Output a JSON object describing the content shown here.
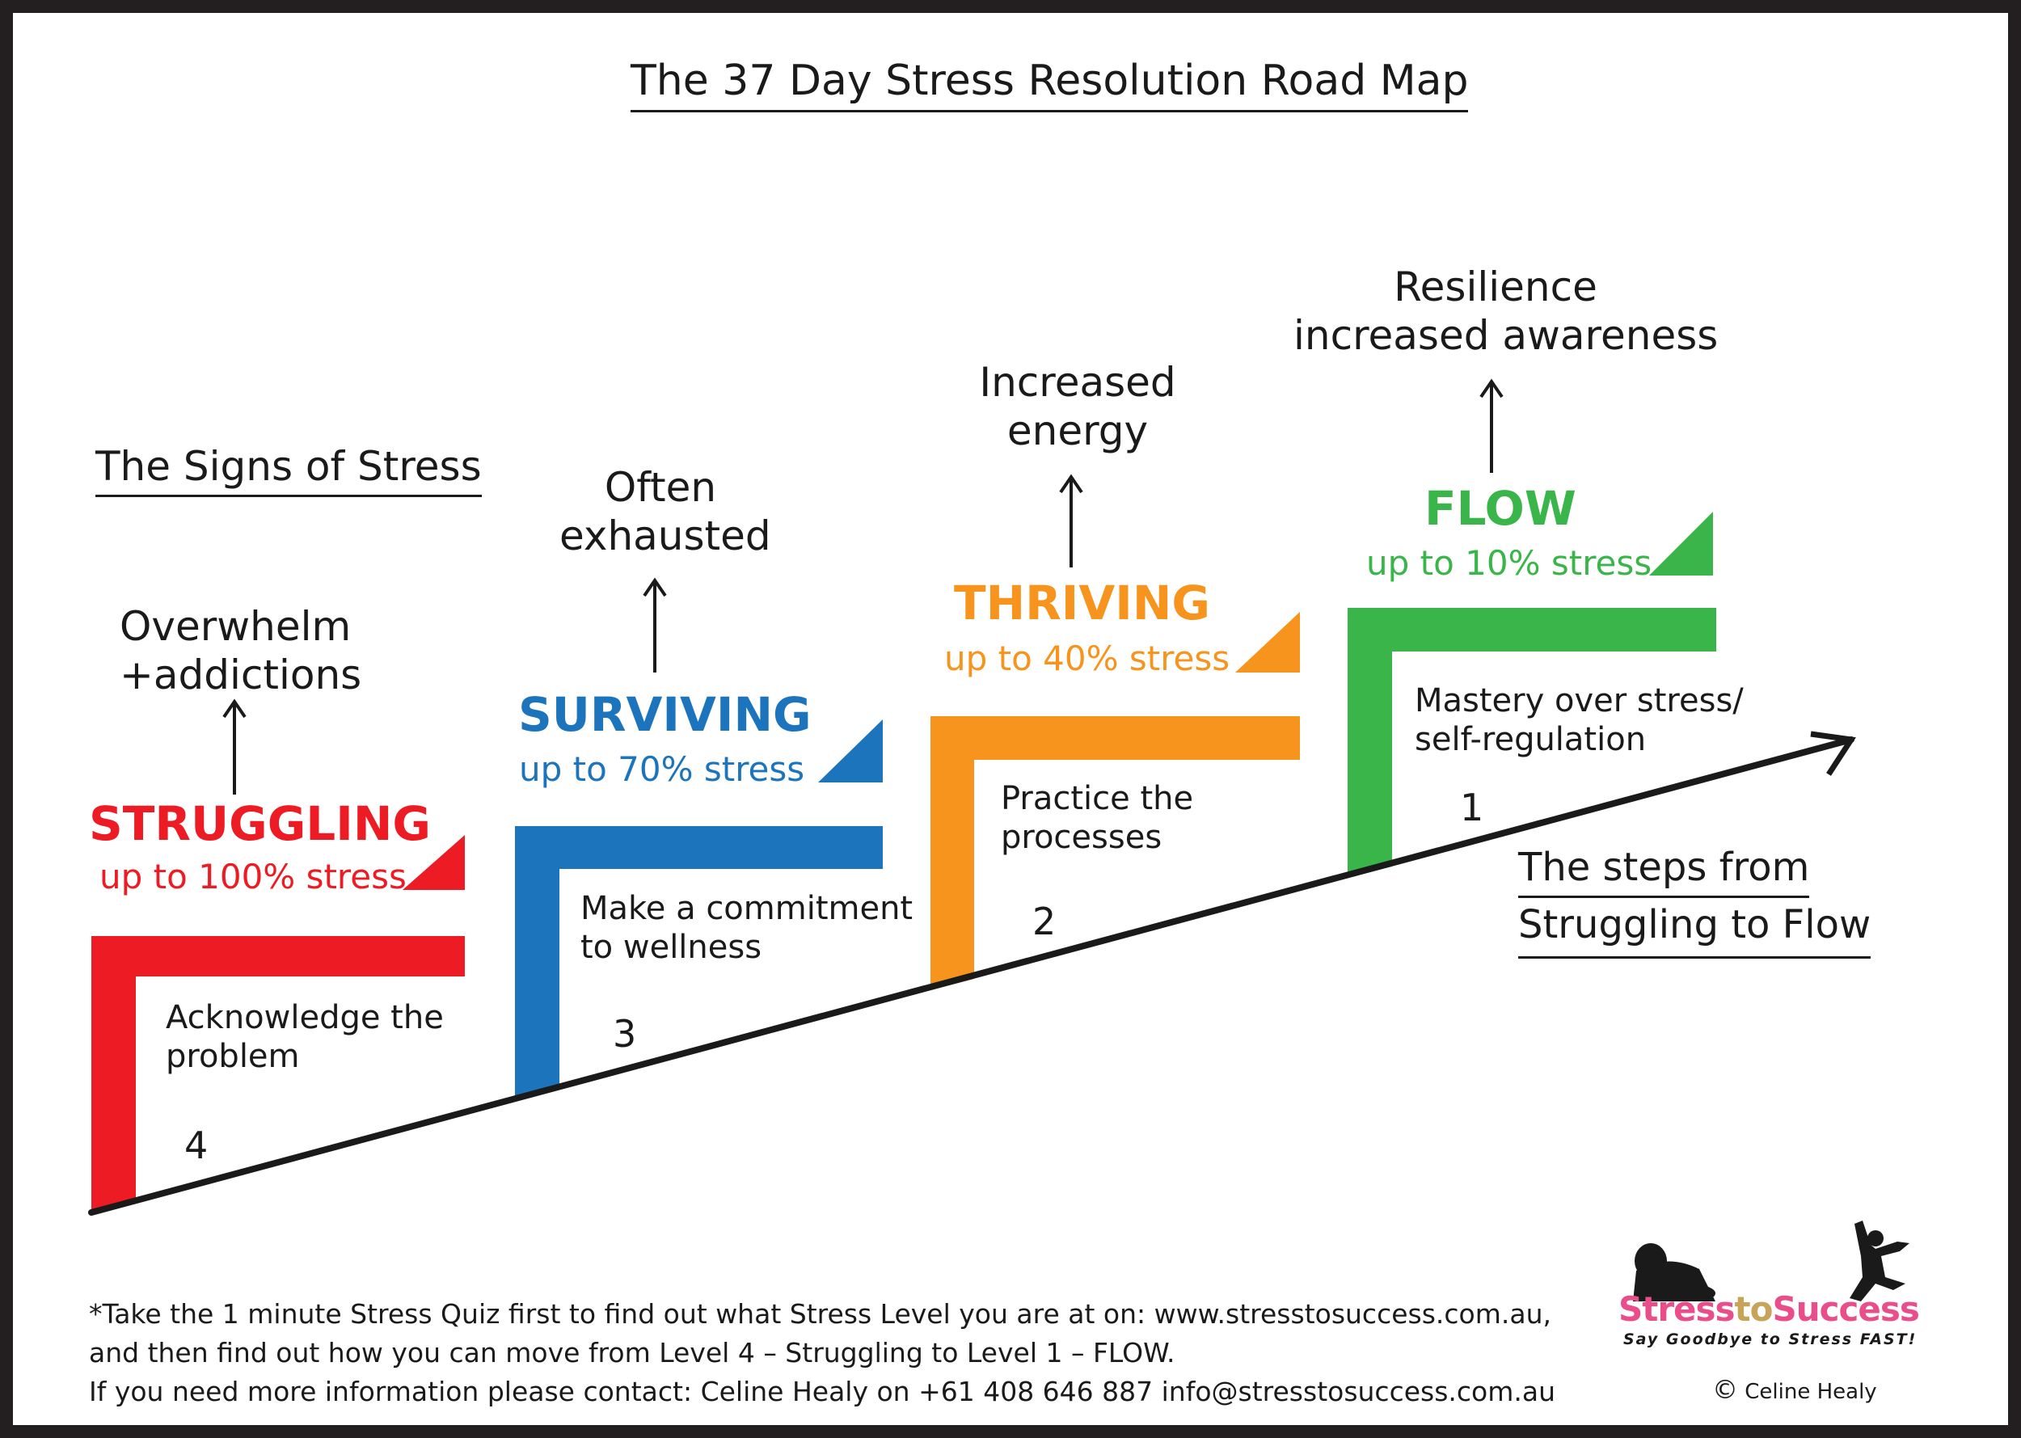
{
  "title": "The 37 Day Stress Resolution Road Map",
  "signs_heading": "The Signs of Stress",
  "steps_heading": [
    "The steps from",
    "Struggling to Flow"
  ],
  "stages": [
    {
      "id": "struggling",
      "name": "STRUGGLING",
      "stress": "up to 100% stress",
      "color": "#ed1c24",
      "step_number": "4",
      "action": [
        "Acknowledge the",
        "problem"
      ],
      "sign": [
        "Overwhelm",
        "+addictions"
      ]
    },
    {
      "id": "surviving",
      "name": "SURVIVING",
      "stress": "up to 70% stress",
      "color": "#1c75bc",
      "step_number": "3",
      "action": [
        "Make a commitment",
        "to wellness"
      ],
      "sign": [
        "Often",
        "exhausted"
      ]
    },
    {
      "id": "thriving",
      "name": "THRIVING",
      "stress": "up to 40% stress",
      "color": "#f7941d",
      "step_number": "2",
      "action": [
        "Practice the",
        "processes"
      ],
      "sign": [
        "Increased",
        "energy"
      ]
    },
    {
      "id": "flow",
      "name": "FLOW",
      "stress": "up to 10% stress",
      "color": "#39b54a",
      "step_number": "1",
      "action": [
        "Mastery over stress/",
        "self-regulation"
      ],
      "sign": [
        "Resilience",
        "increased awareness"
      ]
    }
  ],
  "footer": {
    "line1": "*Take the 1 minute Stress Quiz first to find out what Stress Level you are at on: www.stresstosuccess.com.au,",
    "line2": "and then find out how you can move from Level 4 – Struggling to Level 1 – FLOW.",
    "line3": "If you need more information please contact: Celine Healy on +61 408 646 887   info@stresstosuccess.com.au"
  },
  "logo": {
    "brand_stress": "Stress",
    "brand_to": "to",
    "brand_success": "Success",
    "tagline": "Say Goodbye to Stress FAST!",
    "brand_color": "#e94e8a",
    "accent_color": "#c8a45a"
  },
  "copyright": "Celine Healy",
  "copyright_symbol": "©"
}
